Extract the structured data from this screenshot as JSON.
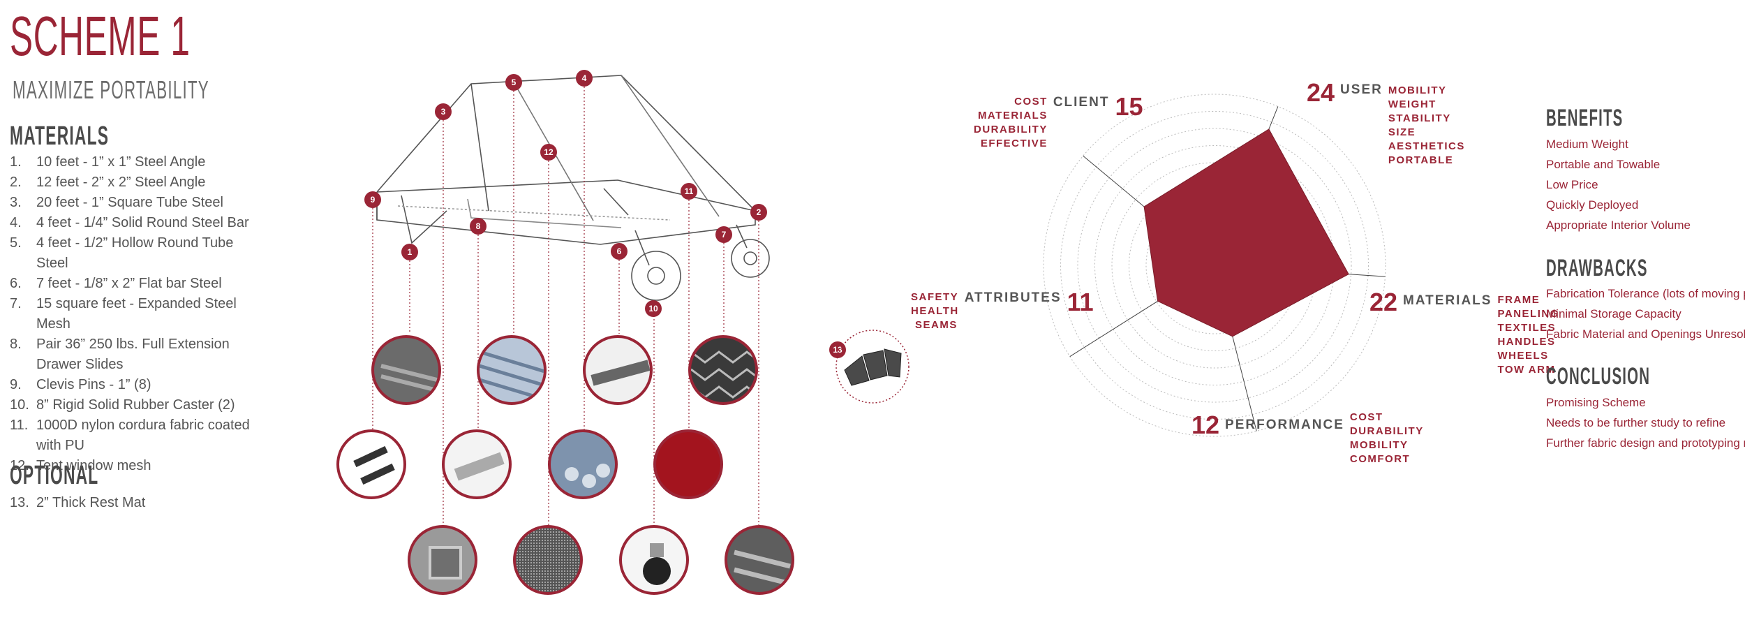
{
  "title": "SCHEME 1",
  "subtitle": "MAXIMIZE PORTABILITY",
  "materials": {
    "heading": "MATERIALS",
    "items": [
      {
        "num": "1.",
        "text": "10 feet - 1” x 1” Steel Angle"
      },
      {
        "num": "2.",
        "text": "12 feet - 2” x 2” Steel Angle"
      },
      {
        "num": "3.",
        "text": "20 feet - 1” Square Tube Steel"
      },
      {
        "num": "4.",
        "text": "4 feet - 1/4” Solid Round Steel Bar"
      },
      {
        "num": "5.",
        "text": "4 feet - 1/2” Hollow Round Tube Steel"
      },
      {
        "num": "6.",
        "text": "7 feet - 1/8” x 2” Flat bar Steel"
      },
      {
        "num": "7.",
        "text": "15 square feet - Expanded Steel Mesh"
      },
      {
        "num": "8.",
        "text": "Pair 36” 250 lbs. Full Extension Drawer Slides"
      },
      {
        "num": "9.",
        "text": "Clevis Pins - 1” (8)"
      },
      {
        "num": "10.",
        "text": "8” Rigid Solid Rubber Caster (2)"
      },
      {
        "num": "11.",
        "text": "1000D nylon cordura fabric coated with PU"
      },
      {
        "num": "12.",
        "text": "Tent window mesh"
      }
    ]
  },
  "optional": {
    "heading": "OPTIONAL",
    "items": [
      {
        "num": "13.",
        "text": "2” Thick Rest Mat"
      }
    ]
  },
  "callouts": [
    "1",
    "2",
    "3",
    "4",
    "5",
    "6",
    "7",
    "8",
    "9",
    "10",
    "11",
    "12",
    "13"
  ],
  "radar": {
    "categories": [
      {
        "name": "USER",
        "score": "24",
        "criteria": [
          "MOBILITY",
          "WEIGHT",
          "STABILITY",
          "SIZE",
          "AESTHETICS",
          "PORTABLE"
        ]
      },
      {
        "name": "MATERIALS",
        "score": "22",
        "criteria": [
          "FRAME",
          "PANELING",
          "TEXTILES",
          "HANDLES",
          "WHEELS",
          "TOW ARM"
        ]
      },
      {
        "name": "PERFORMANCE",
        "score": "12",
        "criteria": [
          "COST",
          "DURABILITY",
          "MOBILITY",
          "COMFORT"
        ]
      },
      {
        "name": "ATTRIBUTES",
        "score": "11",
        "criteria": [
          "SAFETY",
          "HEALTH",
          "SEAMS"
        ]
      },
      {
        "name": "CLIENT",
        "score": "15",
        "criteria": [
          "COST",
          "MATERIALS",
          "DURABILITY",
          "EFFECTIVE"
        ]
      }
    ],
    "values": [
      24,
      22,
      12,
      11,
      15
    ],
    "max": 28,
    "fill_color": "#9a2536"
  },
  "benefits": {
    "heading": "BENEFITS",
    "items": [
      "Medium Weight",
      "Portable and Towable",
      "Low Price",
      "Quickly Deployed",
      "Appropriate Interior Volume"
    ]
  },
  "drawbacks": {
    "heading": "DRAWBACKS",
    "items": [
      "Fabrication Tolerance (lots of moving parts)",
      "Minimal Storage Capacity",
      "Fabric Material and Openings Unresolved"
    ]
  },
  "conclusion": {
    "heading": "CONCLUSION",
    "items": [
      "Promising Scheme",
      "Needs to be further study to refine",
      "Further fabric design and prototyping needed"
    ]
  },
  "colors": {
    "accent": "#9a2536",
    "text": "#555555"
  }
}
